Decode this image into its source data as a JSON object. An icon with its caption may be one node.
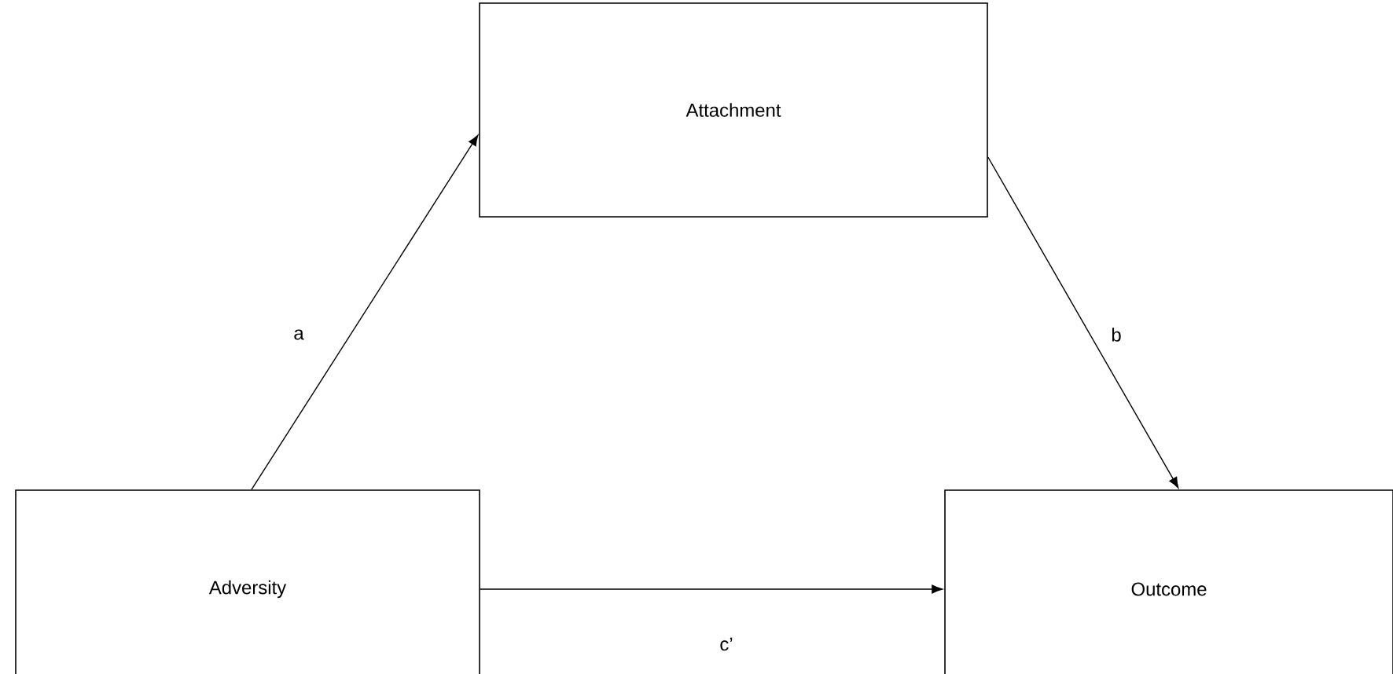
{
  "diagram": {
    "nodes": [
      {
        "text": [
          "Attachment"
        ]
      },
      {
        "text": [
          "Adversity"
        ]
      },
      {
        "text": [
          "Outcome"
        ]
      }
    ],
    "edges": [
      {
        "from": 1,
        "to": 0,
        "arrow": "to",
        "label": "a"
      },
      {
        "from": 0,
        "to": 2,
        "arrow": "to",
        "label": "b"
      },
      {
        "from": 1,
        "to": 2,
        "arrow": "to",
        "label": "c’"
      }
    ]
  }
}
